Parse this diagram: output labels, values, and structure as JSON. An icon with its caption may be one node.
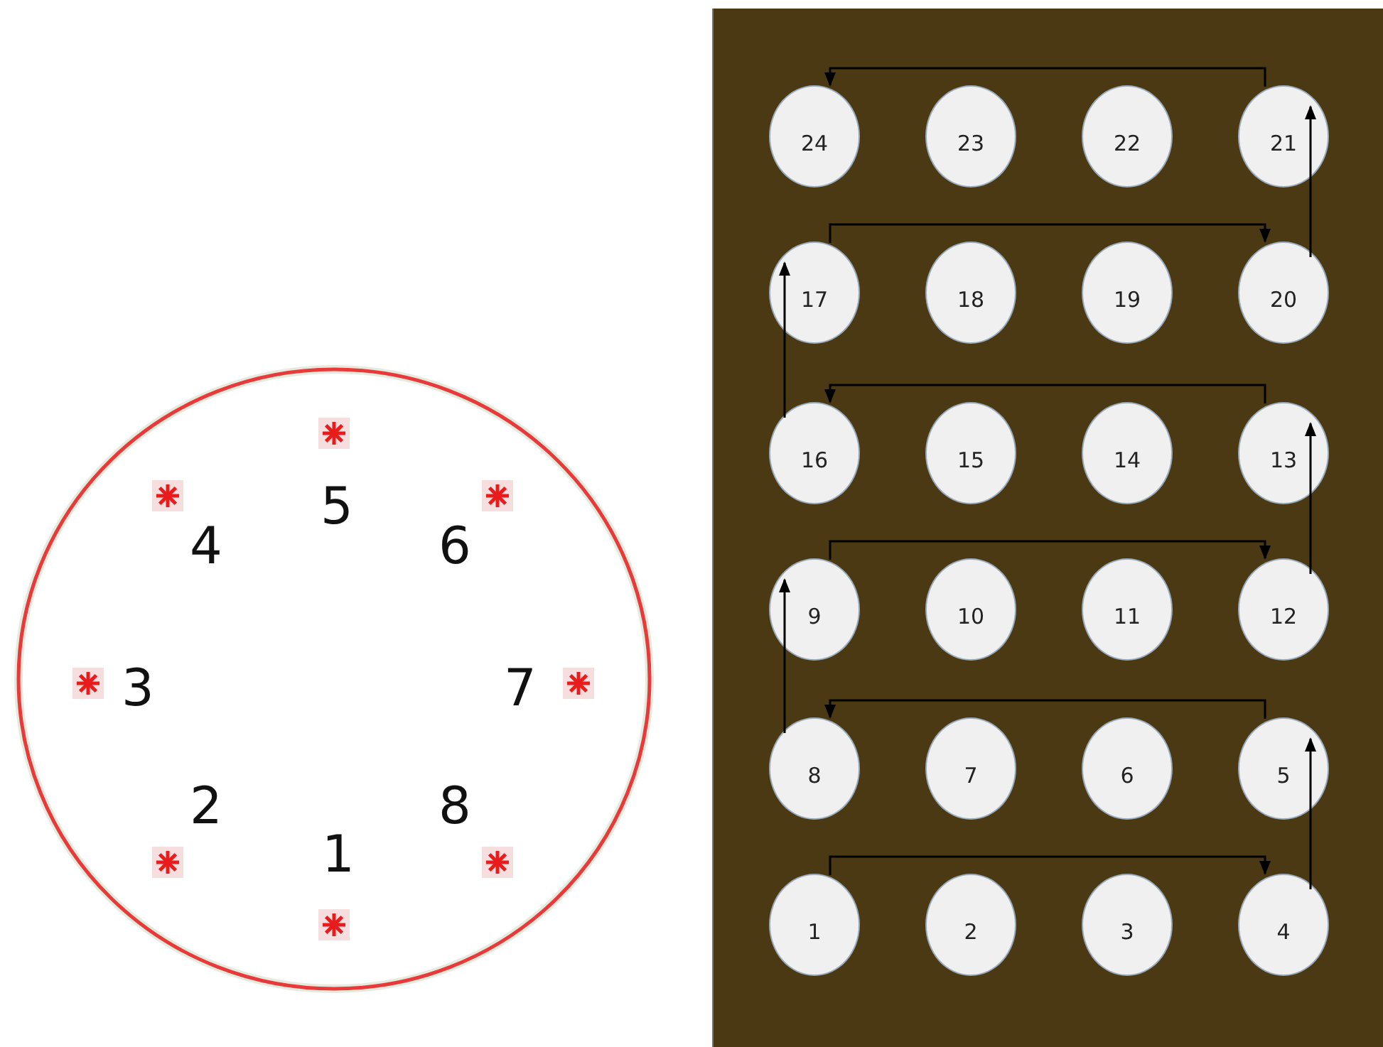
{
  "diagram": {
    "nodes": [
      {
        "text": [
          "24"
        ]
      },
      {
        "text": [
          "23"
        ]
      },
      {
        "text": [
          "22"
        ]
      },
      {
        "text": [
          "21"
        ]
      },
      {
        "text": [
          "17"
        ]
      },
      {
        "text": [
          "18"
        ]
      },
      {
        "text": [
          "19"
        ]
      },
      {
        "text": [
          "20"
        ]
      },
      {
        "text": [
          "16"
        ]
      },
      {
        "text": [
          "15"
        ]
      },
      {
        "text": [
          "14"
        ]
      },
      {
        "text": [
          "13"
        ]
      },
      {
        "text": [
          "9"
        ]
      },
      {
        "text": [
          "10"
        ]
      },
      {
        "text": [
          "11"
        ]
      },
      {
        "text": [
          "12"
        ]
      },
      {
        "text": [
          "8"
        ]
      },
      {
        "text": [
          "7"
        ]
      },
      {
        "text": [
          "6"
        ]
      },
      {
        "text": [
          "5"
        ]
      },
      {
        "text": [
          "1"
        ]
      },
      {
        "text": [
          "2"
        ]
      },
      {
        "text": [
          "3"
        ]
      },
      {
        "text": [
          "4"
        ]
      }
    ],
    "edges": [
      {
        "from": 20,
        "to": 23,
        "arrow": "to"
      },
      {
        "from": 23,
        "to": 19,
        "arrow": "to"
      },
      {
        "from": 19,
        "to": 16,
        "arrow": "to"
      },
      {
        "from": 16,
        "to": 12,
        "arrow": "to"
      },
      {
        "from": 12,
        "to": 15,
        "arrow": "to"
      },
      {
        "from": 15,
        "to": 11,
        "arrow": "to"
      },
      {
        "from": 11,
        "to": 8,
        "arrow": "to"
      },
      {
        "from": 8,
        "to": 4,
        "arrow": "to"
      },
      {
        "from": 4,
        "to": 7,
        "arrow": "to"
      },
      {
        "from": 7,
        "to": 3,
        "arrow": "to"
      },
      {
        "from": 3,
        "to": 0,
        "arrow": "to"
      }
    ],
    "labels": [
      "5",
      "4",
      "6",
      "3",
      "7",
      "2",
      "8",
      "1"
    ]
  }
}
